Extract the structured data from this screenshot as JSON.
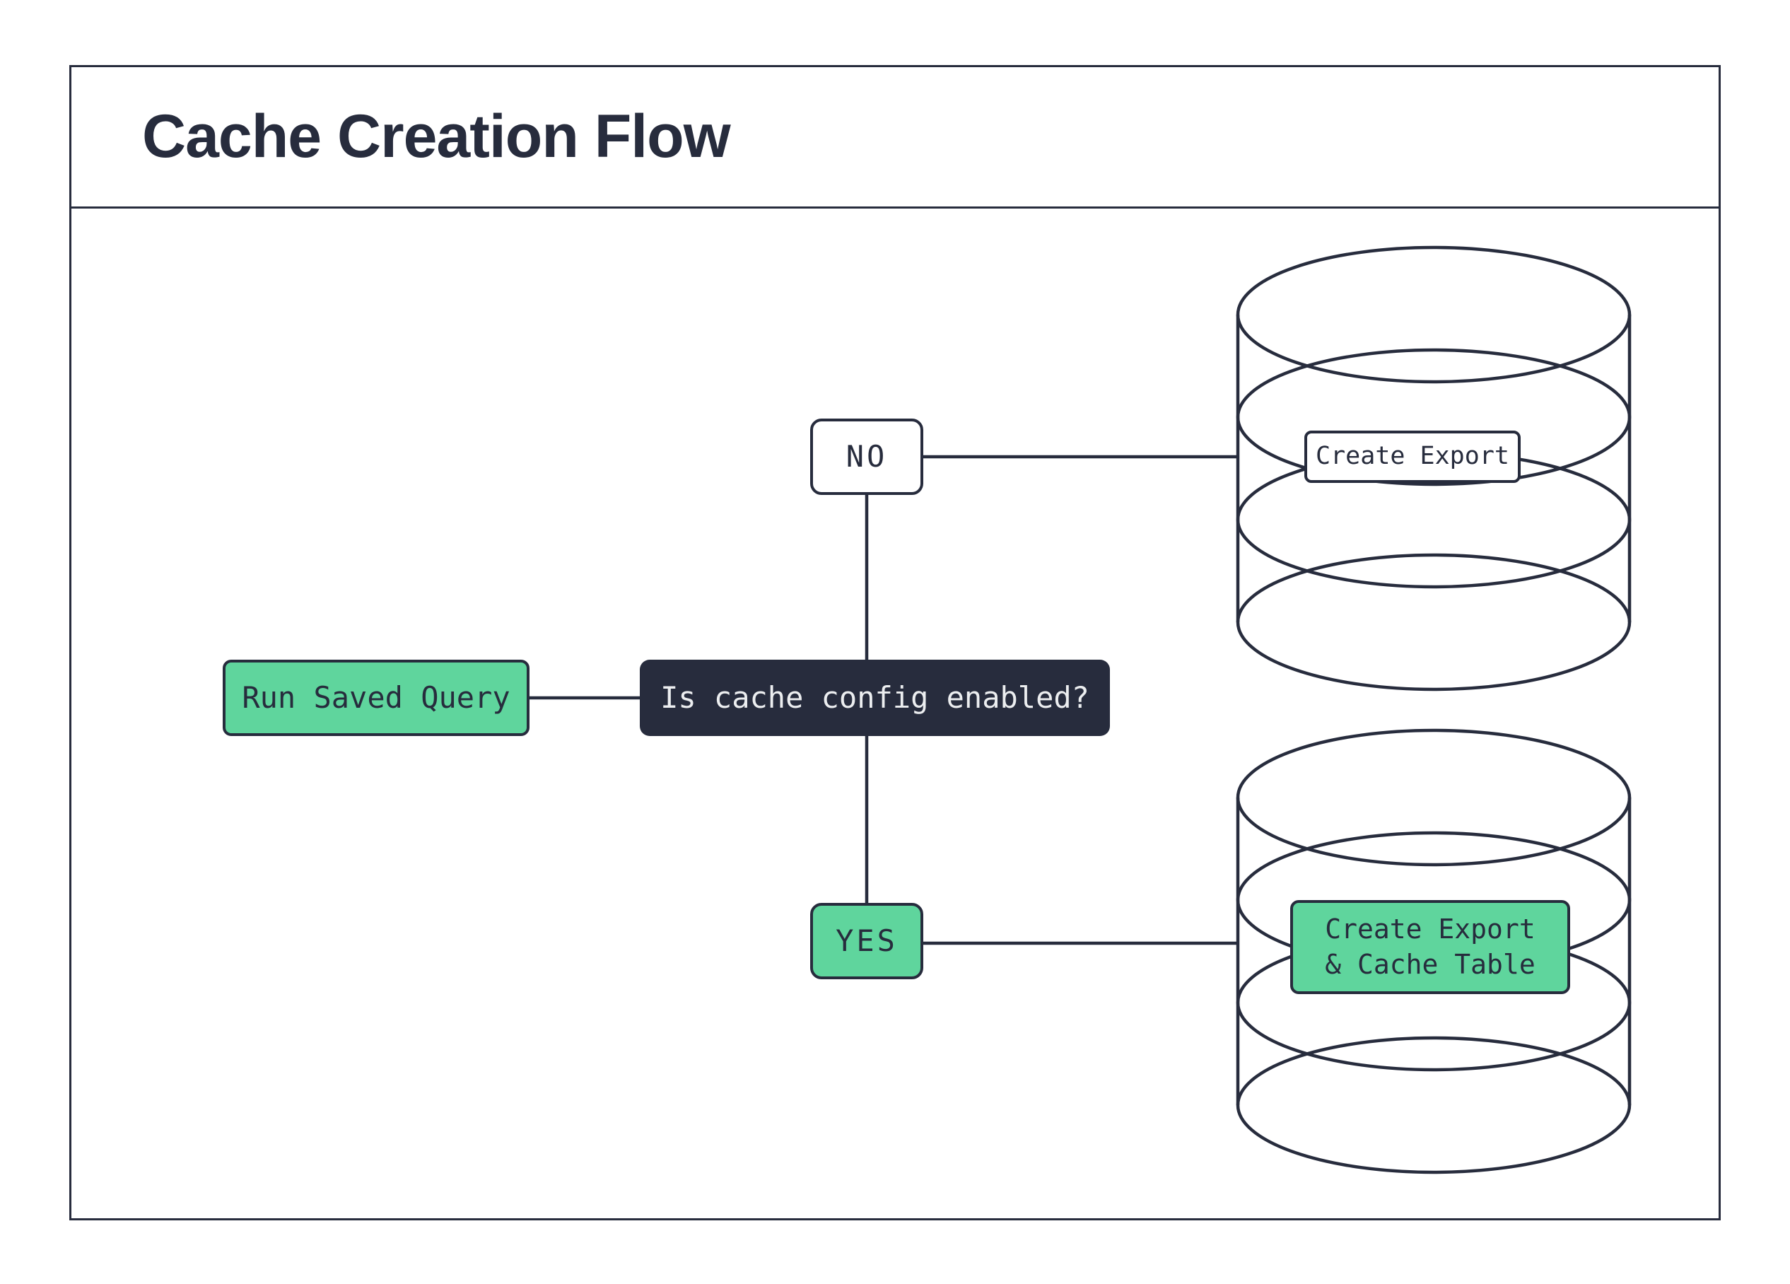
{
  "title": "Cache Creation Flow",
  "colors": {
    "ink": "#272c3d",
    "green": "#5fd59d",
    "paper": "#ffffff",
    "question_text": "#eceef0"
  },
  "flow": {
    "start": {
      "label": "Run Saved Query"
    },
    "decision": {
      "label": "Is cache config enabled?"
    },
    "branch_no": {
      "label": "NO"
    },
    "branch_yes": {
      "label": "YES"
    },
    "no_result": {
      "label": "Create Export",
      "icon": "database-cylinder-icon"
    },
    "yes_result": {
      "label_line1": "Create Export",
      "label_line2": "& Cache Table",
      "icon": "database-cylinder-icon"
    }
  }
}
